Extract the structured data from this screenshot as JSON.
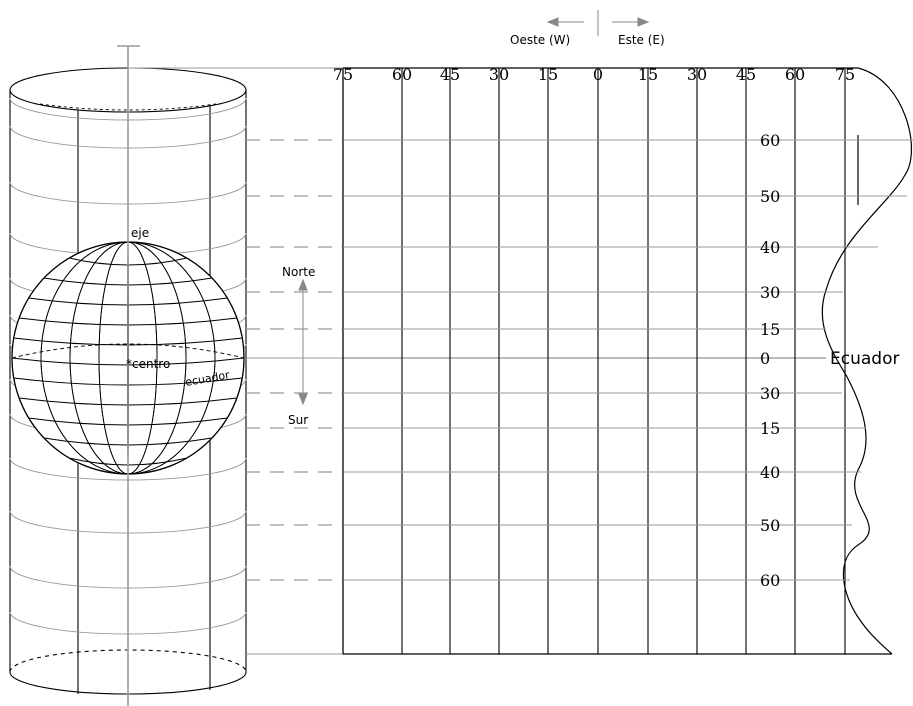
{
  "direction_labels": {
    "west": "Oeste (W)",
    "east": "Este (E)"
  },
  "globe_labels": {
    "axis": "eje",
    "center": "*centro",
    "equator": "ecuador",
    "north": "Norte",
    "south": "Sur"
  },
  "map_labels": {
    "equator": "Ecuador"
  },
  "longitude_labels": [
    "75",
    "60",
    "45",
    "30",
    "15",
    "0",
    "15",
    "30",
    "45",
    "60",
    "75"
  ],
  "latitude_labels": [
    "60",
    "50",
    "40",
    "30",
    "15",
    "0",
    "30",
    "15",
    "40",
    "50",
    "60"
  ]
}
